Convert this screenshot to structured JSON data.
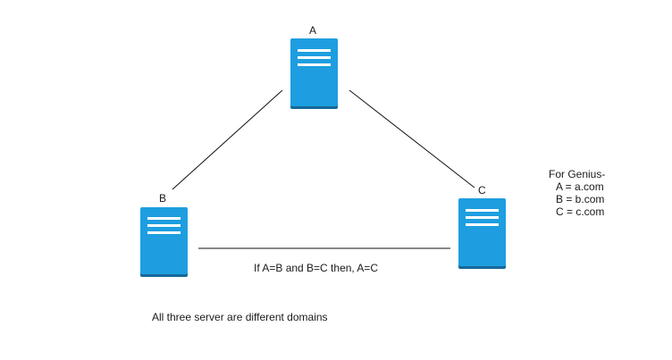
{
  "diagram": {
    "nodes": [
      {
        "id": "A",
        "label": "A",
        "icon": "server-icon",
        "color": "#1e9ee0"
      },
      {
        "id": "B",
        "label": "B",
        "icon": "server-icon",
        "color": "#1e9ee0"
      },
      {
        "id": "C",
        "label": "C",
        "icon": "server-icon",
        "color": "#1e9ee0"
      }
    ],
    "edges": [
      {
        "from": "A",
        "to": "B"
      },
      {
        "from": "A",
        "to": "C"
      },
      {
        "from": "B",
        "to": "C"
      }
    ],
    "edge_label": "If A=B and B=C then, A=C",
    "caption": "All three server are different domains",
    "legend": {
      "title": "For Genius-",
      "items": [
        "A = a.com",
        "B = b.com",
        "C = c.com"
      ]
    },
    "colors": {
      "server_body": "#1e9ee0",
      "server_shadow": "#15699a",
      "server_lines": "#ffffff",
      "edge": "#111111"
    }
  }
}
